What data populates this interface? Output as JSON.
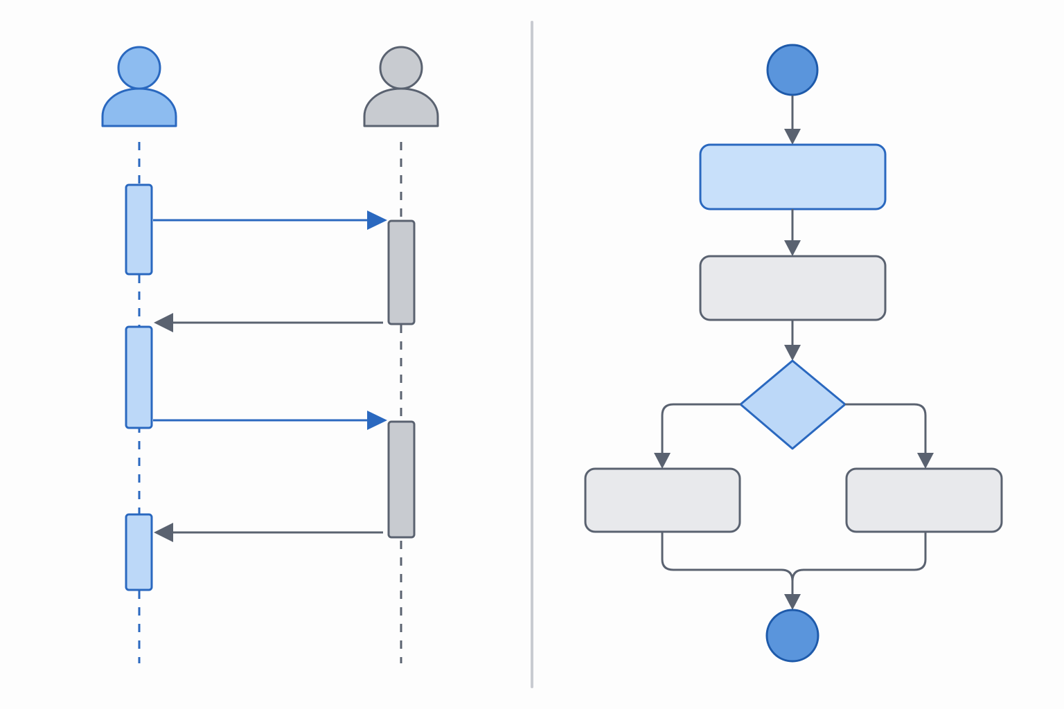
{
  "colors": {
    "background": "#fdfdfd",
    "blue_fill": "#bcd8f8",
    "blue_stroke": "#2a68bf",
    "blue_dark_fill": "#5a95dc",
    "actor_blue_fill": "#8dbcf0",
    "gray_fill": "#c8cbd0",
    "gray_stroke": "#5a6270",
    "box_gray_fill": "#e8e9ec",
    "divider": "#c9cbd1"
  },
  "sequence_diagram": {
    "actors": [
      {
        "name": "actor-a",
        "icon": "user-icon",
        "color": "blue"
      },
      {
        "name": "actor-b",
        "icon": "user-icon",
        "color": "gray"
      }
    ],
    "messages": [
      {
        "from": "actor-a",
        "to": "actor-b",
        "kind": "request"
      },
      {
        "from": "actor-b",
        "to": "actor-a",
        "kind": "response"
      },
      {
        "from": "actor-a",
        "to": "actor-b",
        "kind": "request"
      },
      {
        "from": "actor-b",
        "to": "actor-a",
        "kind": "response"
      }
    ]
  },
  "flowchart": {
    "nodes": [
      {
        "id": "start",
        "shape": "circle",
        "color": "blue"
      },
      {
        "id": "step-1",
        "shape": "rounded-rect",
        "color": "blue"
      },
      {
        "id": "step-2",
        "shape": "rounded-rect",
        "color": "gray"
      },
      {
        "id": "decision",
        "shape": "diamond",
        "color": "blue"
      },
      {
        "id": "branch-left",
        "shape": "rounded-rect",
        "color": "gray"
      },
      {
        "id": "branch-right",
        "shape": "rounded-rect",
        "color": "gray"
      },
      {
        "id": "end",
        "shape": "circle",
        "color": "blue"
      }
    ]
  }
}
